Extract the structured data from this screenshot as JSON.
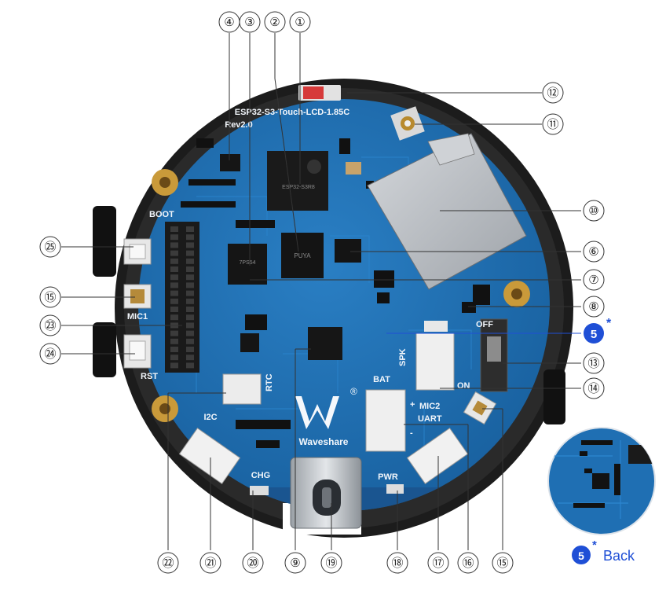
{
  "board": {
    "title": "ESP32-S3-Touch-LCD-1.85C",
    "revision": "Rev2.0",
    "brand": "Waveshare",
    "registered_mark": "®",
    "chip_markings": {
      "qfn_main": "ESP32-S3R8",
      "flash": "PUYA",
      "left_ic": "7PS54"
    },
    "silkscreen": {
      "boot": "BOOT",
      "mic1": "MIC1",
      "rst": "RST",
      "rtc": "RTC",
      "i2c": "I2C",
      "chg": "CHG",
      "bat": "BAT",
      "mic2": "MIC2",
      "uart": "UART",
      "spk": "SPK",
      "off": "OFF",
      "on": "ON",
      "pwr": "PWR",
      "plus": "+",
      "minus": "-"
    },
    "colors": {
      "pcb": "#1f6fb3",
      "pcb_dark": "#155a94",
      "case": "#1b1b1b",
      "accent_callout": "#1f4fd6",
      "sd_metal": "#b8bcc2"
    }
  },
  "callouts": {
    "c1": "①",
    "c2": "②",
    "c3": "③",
    "c4": "④",
    "c5": "5",
    "c6": "⑥",
    "c7": "⑦",
    "c8": "⑧",
    "c9": "⑨",
    "c10": "⑩",
    "c11": "⑪",
    "c12": "⑫",
    "c13": "⑬",
    "c14": "⑭",
    "c15": "⑮",
    "c16": "⑯",
    "c17": "⑰",
    "c18": "⑱",
    "c19": "⑲",
    "c20": "⑳",
    "c21": "㉑",
    "c22": "㉒",
    "c23": "㉓",
    "c24": "㉔",
    "c25": "㉕",
    "asterisk": "*"
  },
  "inset": {
    "number": "5",
    "asterisk": "*",
    "label": "Back"
  }
}
